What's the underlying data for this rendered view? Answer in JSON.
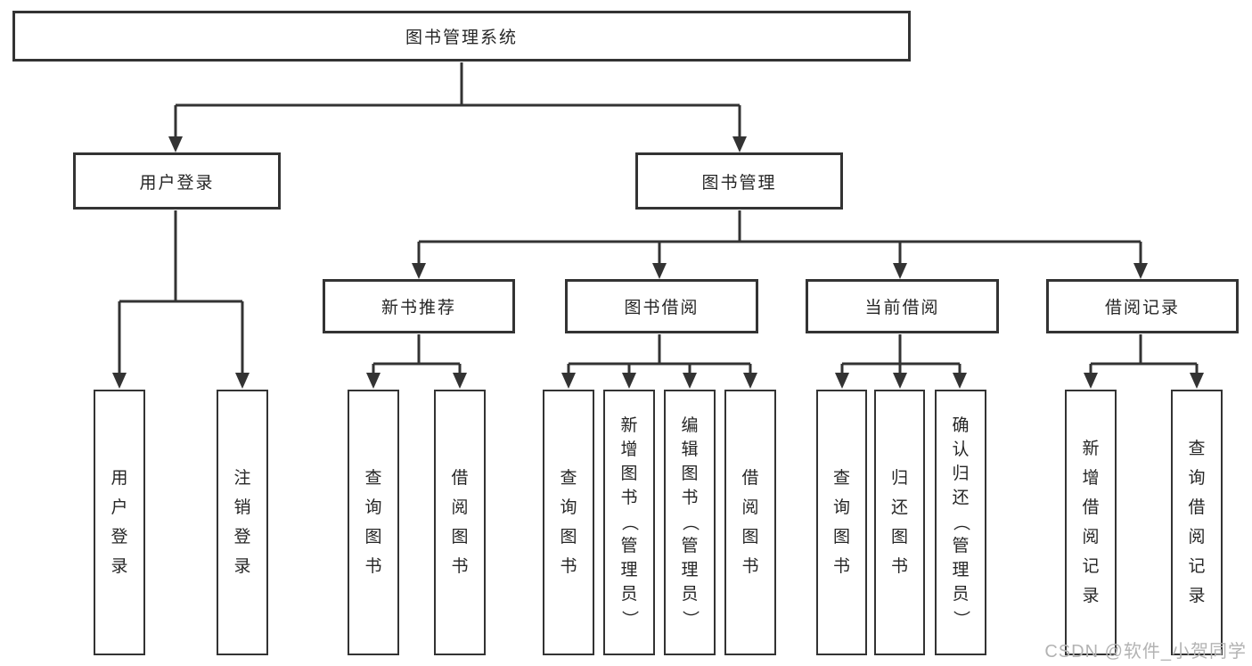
{
  "nodes": {
    "root": "图书管理系统",
    "user_login": "用户登录",
    "book_mgmt": "图书管理",
    "new_book_rec": "新书推荐",
    "book_borrow": "图书借阅",
    "current_borrow": "当前借阅",
    "borrow_records": "借阅记录"
  },
  "leaves": {
    "login": "用户登录",
    "logout": "注销登录",
    "nb_query": "查询图书",
    "nb_borrow": "借阅图书",
    "bb_query": "查询图书",
    "bb_add": "新增图书（管理员）",
    "bb_edit": "编辑图书（管理员）",
    "bb_borrow": "借阅图书",
    "cb_query": "查询图书",
    "cb_return": "归还图书",
    "cb_confirm": "确认归还（管理员）",
    "br_add": "新增借阅记录",
    "br_query": "查询借阅记录"
  },
  "watermark": "CSDN @软件_小贺同学",
  "colors": {
    "line": "#333333",
    "box_border": "#333333",
    "text": "#262626",
    "watermark": "#b3b3b3",
    "background": "#ffffff"
  }
}
